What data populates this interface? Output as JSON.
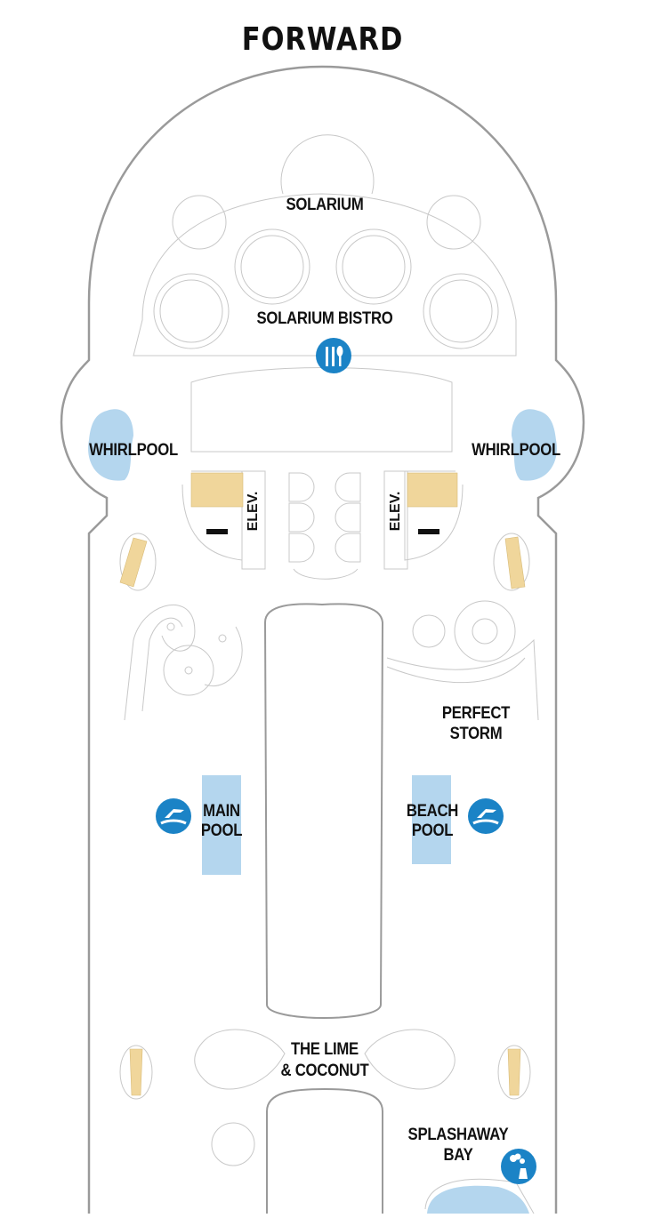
{
  "map": {
    "direction_label": "FORWARD",
    "areas": {
      "solarium": "SOLARIUM",
      "solarium_bistro": "SOLARIUM BISTRO",
      "whirlpool_left": "WHIRLPOOL",
      "whirlpool_right": "WHIRLPOOL",
      "elevator_left": "ELEV.",
      "elevator_right": "ELEV.",
      "perfect_storm_line1": "PERFECT",
      "perfect_storm_line2": "STORM",
      "main_pool_line1": "MAIN",
      "main_pool_line2": "POOL",
      "beach_pool_line1": "BEACH",
      "beach_pool_line2": "POOL",
      "lime_coconut_line1": "THE LIME",
      "lime_coconut_line2": "& COCONUT",
      "splashaway_line1": "SPLASHAWAY",
      "splashaway_line2": "BAY"
    },
    "icons": {
      "dining": "dining-utensils-icon",
      "pool_left": "swimmer-icon",
      "pool_right": "swimmer-icon",
      "kids": "child-balloons-icon",
      "restroom_left": "restroom-icon",
      "restroom_right": "restroom-icon"
    },
    "colors": {
      "icon_blue": "#1b83c6",
      "pool_water": "#b4d6ee",
      "stairs": "#f0d69b",
      "hull_outline": "#9a9a9a",
      "fixture_outline": "#c8c8c8"
    }
  }
}
